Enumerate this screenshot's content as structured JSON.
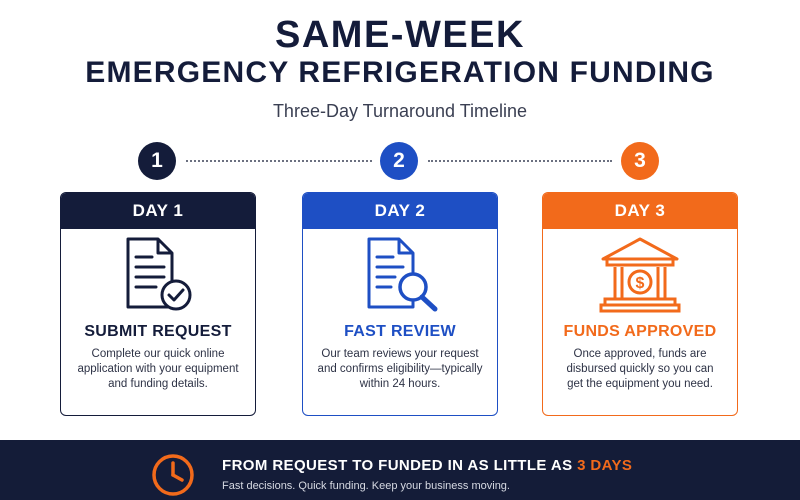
{
  "header": {
    "title_line1": "SAME-WEEK",
    "title_line2": "EMERGENCY REFRIGERATION FUNDING",
    "subtitle": "Three-Day Turnaround Timeline"
  },
  "colors": {
    "navy": "#141c3a",
    "blue": "#1e4fc4",
    "orange": "#f26a1b"
  },
  "steps": [
    {
      "number": "1",
      "day": "DAY 1",
      "icon": "document-check-icon",
      "title": "SUBMIT REQUEST",
      "description": "Complete our quick online application with your equipment and funding details."
    },
    {
      "number": "2",
      "day": "DAY 2",
      "icon": "document-search-icon",
      "title": "FAST REVIEW",
      "description": "Our team reviews your request and confirms eligibility—typically within 24 hours."
    },
    {
      "number": "3",
      "day": "DAY 3",
      "icon": "bank-dollar-icon",
      "title": "FUNDS APPROVED",
      "description": "Once approved, funds are disbursed quickly so you can get the equipment you need."
    }
  ],
  "footer": {
    "icon": "clock-icon",
    "headline": "FROM REQUEST TO FUNDED IN AS LITTLE AS ",
    "highlight": "3 DAYS",
    "tagline": "Fast decisions. Quick funding. Keep your business moving."
  }
}
